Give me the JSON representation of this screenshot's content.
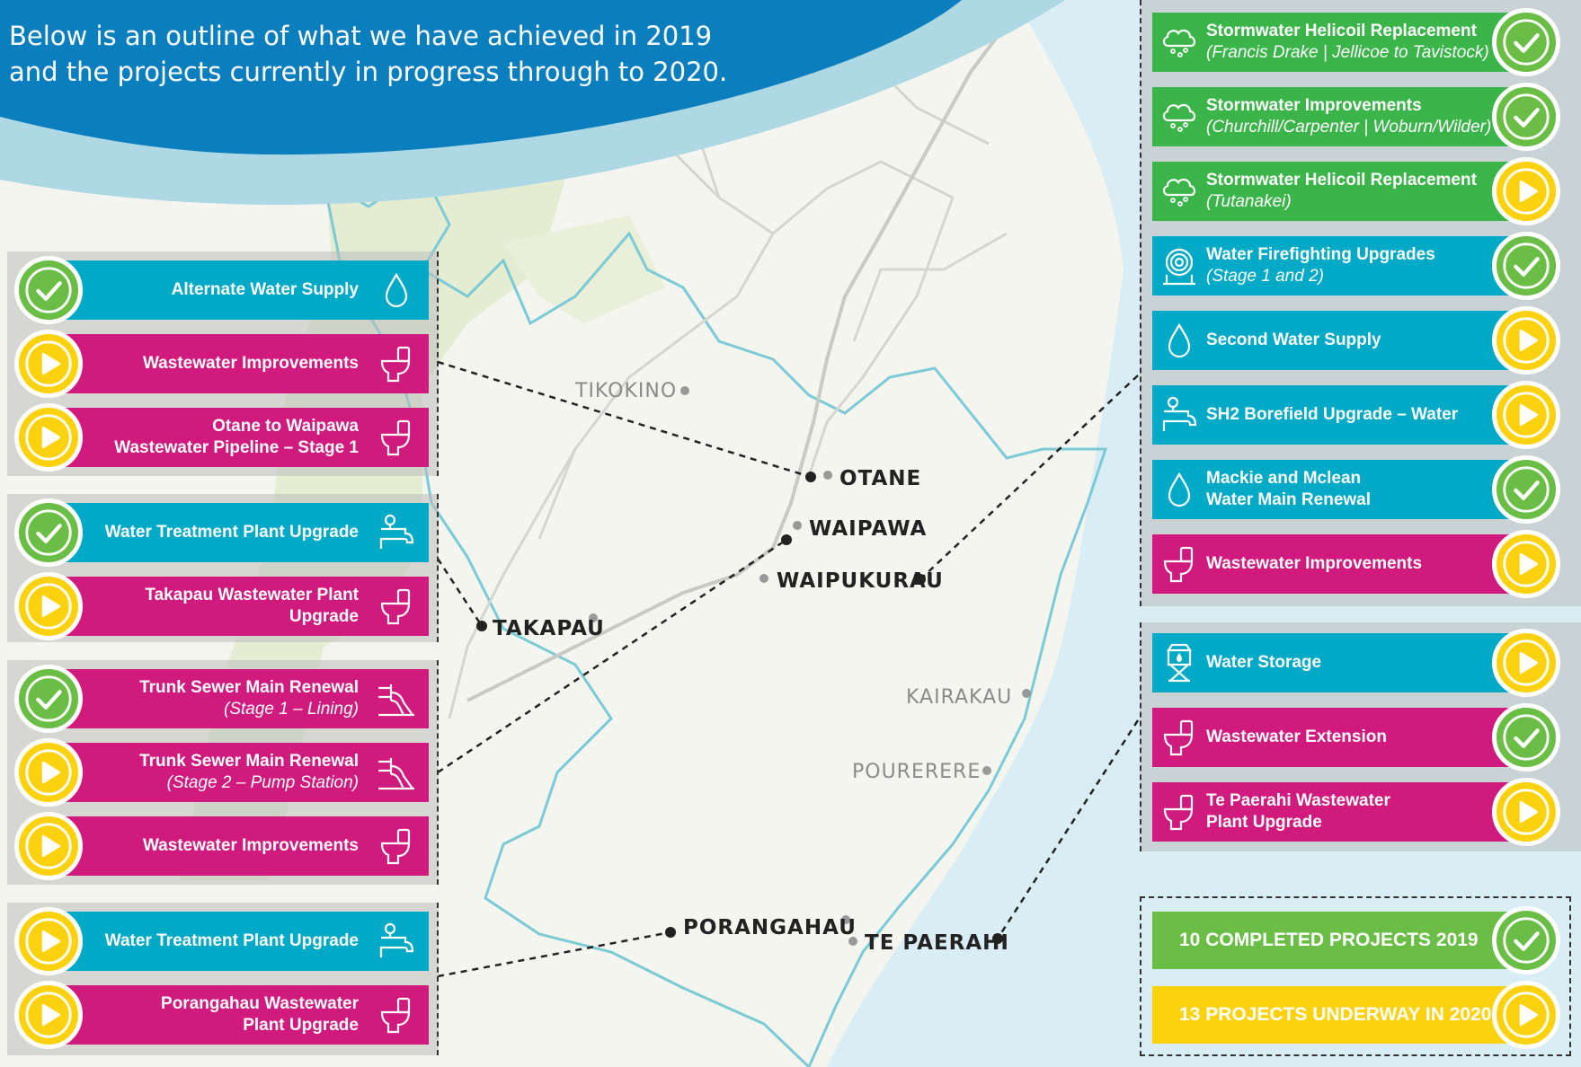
{
  "header": {
    "line1": "Below is an outline of what we have achieved in 2019",
    "line2": "and the projects currently in progress through to 2020."
  },
  "colors": {
    "water": "#00a9c6",
    "wastewater": "#d01a7e",
    "stormwater": "#3bb54a",
    "completed": "#6abd45",
    "in_progress": "#fcd20f"
  },
  "towns": {
    "otane": "OTANE",
    "waipawa": "WAIPAWA",
    "waipukurau": "WAIPUKURAU",
    "takapau": "TAKAPAU",
    "porangahau": "PORANGAHAU",
    "te_paerahi": "TE PAERAHI",
    "tikokino": "TIKOKINO",
    "kairakau": "KAIRAKAU",
    "pourerere": "POURERERE"
  },
  "otane_projects": [
    {
      "title": "Alternate Water Supply",
      "sub": "",
      "type": "water",
      "icon": "water-drop-icon",
      "status": "completed"
    },
    {
      "title": "Wastewater Improvements",
      "sub": "",
      "type": "wastewater",
      "icon": "toilet-icon",
      "status": "in-progress"
    },
    {
      "title": "Otane to Waipawa",
      "sub": "Wastewater Pipeline – Stage 1",
      "type": "wastewater",
      "icon": "toilet-icon",
      "status": "in-progress"
    }
  ],
  "takapau_projects": [
    {
      "title": "Water Treatment Plant Upgrade",
      "sub": "",
      "type": "water",
      "icon": "tap-icon",
      "status": "completed"
    },
    {
      "title": "Takapau Wastewater Plant",
      "sub": "Upgrade",
      "type": "wastewater",
      "icon": "toilet-icon",
      "status": "in-progress"
    }
  ],
  "waipawa_projects": [
    {
      "title": "Trunk Sewer Main Renewal",
      "sub": "(Stage 1 – Lining)",
      "type": "wastewater",
      "icon": "sewer-pipe-icon",
      "status": "completed"
    },
    {
      "title": "Trunk Sewer Main Renewal",
      "sub": "(Stage 2 – Pump Station)",
      "type": "wastewater",
      "icon": "sewer-pipe-icon",
      "status": "in-progress"
    },
    {
      "title": "Wastewater Improvements",
      "sub": "",
      "type": "wastewater",
      "icon": "toilet-icon",
      "status": "in-progress"
    }
  ],
  "porangahau_projects": [
    {
      "title": "Water Treatment Plant Upgrade",
      "sub": "",
      "type": "water",
      "icon": "tap-icon",
      "status": "in-progress"
    },
    {
      "title": "Porangahau Wastewater",
      "sub": "Plant Upgrade",
      "type": "wastewater",
      "icon": "toilet-icon",
      "status": "in-progress"
    }
  ],
  "waipukurau_projects": [
    {
      "title": "Stormwater Helicoil Replacement",
      "sub": "(Francis Drake | Jellicoe to Tavistock)",
      "type": "stormwater",
      "icon": "rain-cloud-icon",
      "status": "completed"
    },
    {
      "title": "Stormwater Improvements",
      "sub": "(Churchill/Carpenter | Woburn/Wilder)",
      "type": "stormwater",
      "icon": "rain-cloud-icon",
      "status": "completed"
    },
    {
      "title": "Stormwater Helicoil Replacement",
      "sub": "(Tutanakei)",
      "type": "stormwater",
      "icon": "rain-cloud-icon",
      "status": "in-progress"
    },
    {
      "title": "Water Firefighting Upgrades",
      "sub": "(Stage 1 and 2)",
      "type": "water",
      "icon": "fire-hose-icon",
      "status": "completed"
    },
    {
      "title": "Second Water Supply",
      "sub": "",
      "type": "water",
      "icon": "water-drop-icon",
      "status": "in-progress"
    },
    {
      "title": "SH2 Borefield Upgrade – Water",
      "sub": "",
      "type": "water",
      "icon": "tap-icon",
      "status": "in-progress"
    },
    {
      "title": "Mackie and Mclean",
      "sub": "Water Main Renewal",
      "type": "water",
      "icon": "water-drop-icon",
      "status": "completed"
    },
    {
      "title": "Wastewater Improvements",
      "sub": "",
      "type": "wastewater",
      "icon": "toilet-icon",
      "status": "in-progress"
    }
  ],
  "te_paerahi_projects": [
    {
      "title": "Water Storage",
      "sub": "",
      "type": "water",
      "icon": "water-tower-icon",
      "status": "in-progress"
    },
    {
      "title": "Wastewater Extension",
      "sub": "",
      "type": "wastewater",
      "icon": "toilet-icon",
      "status": "completed"
    },
    {
      "title": "Te Paerahi Wastewater",
      "sub": "Plant Upgrade",
      "type": "wastewater",
      "icon": "toilet-icon",
      "status": "in-progress"
    }
  ],
  "summary": {
    "completed": "10 COMPLETED PROJECTS 2019",
    "underway": "13 PROJECTS UNDERWAY IN 2020"
  }
}
